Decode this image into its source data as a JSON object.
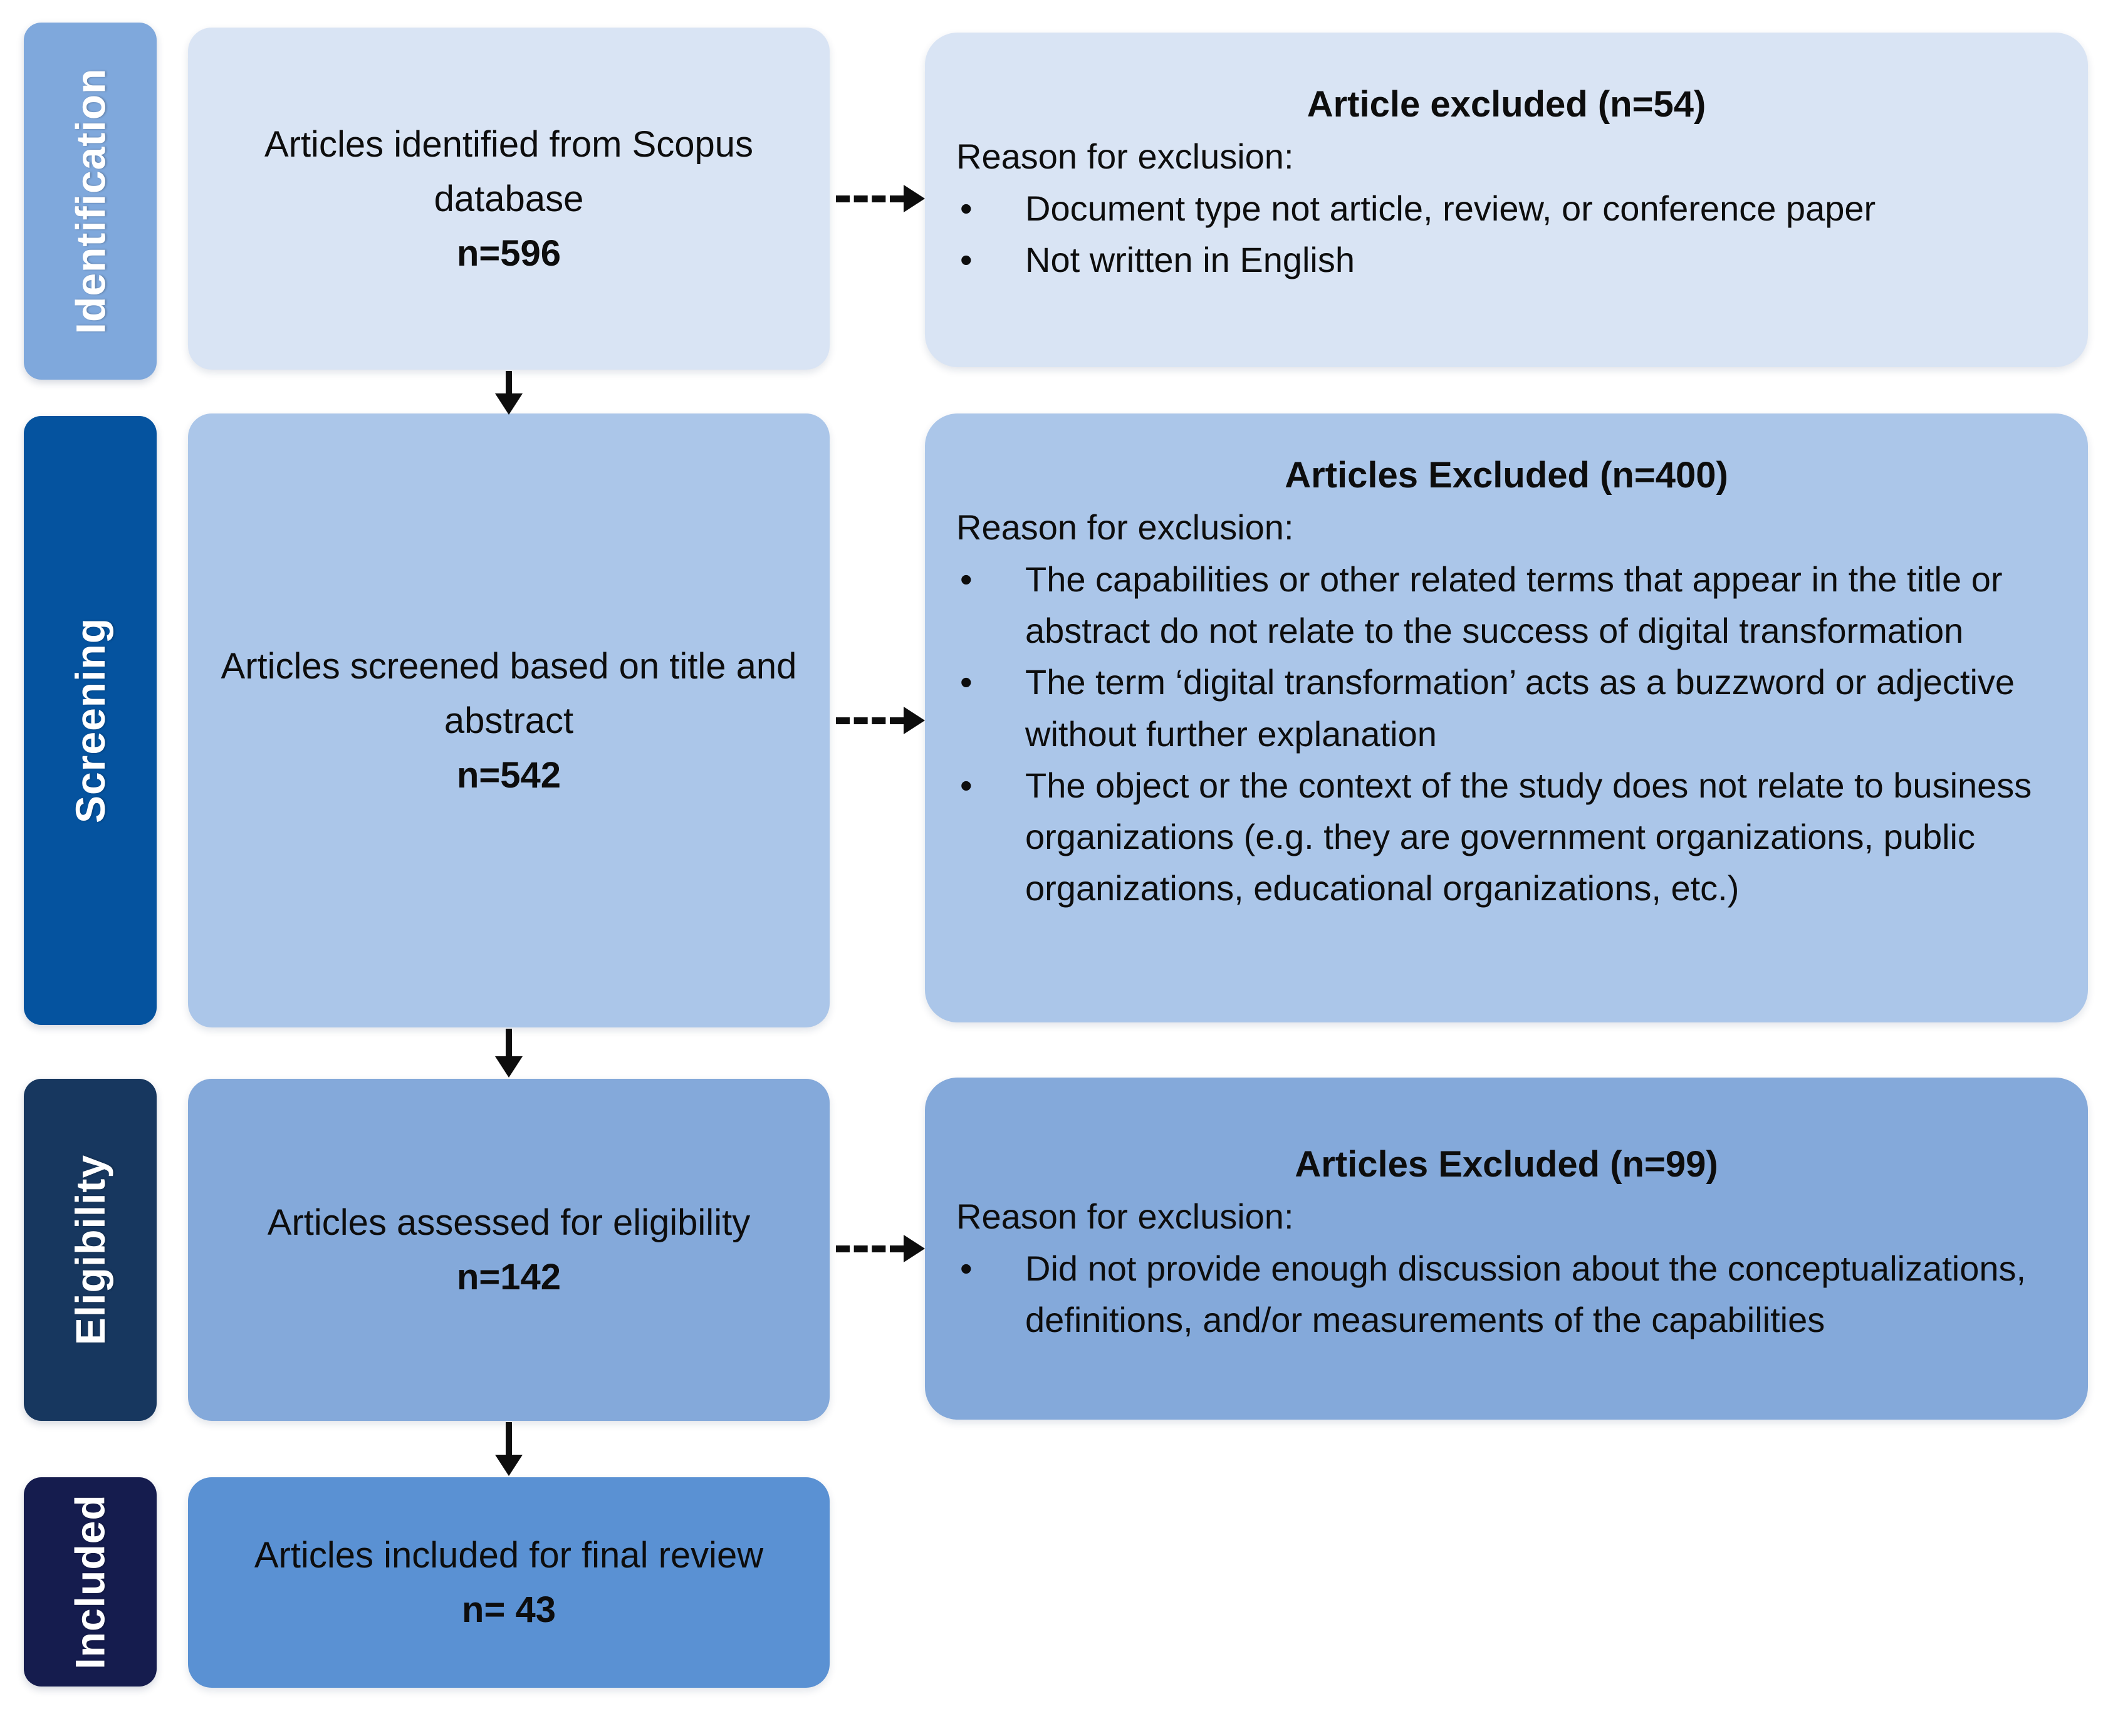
{
  "bullet_char": "•",
  "colors": {
    "stage_identification": "#7FA8DC",
    "stage_screening": "#05539F",
    "stage_eligibility": "#17375F",
    "stage_included": "#151C4E",
    "row1_box": "#D9E4F4",
    "row2_box": "#ABC6E9",
    "row3_box": "#84A9DA",
    "row4_box": "#5A91D3",
    "arrow": "#0d0d0d"
  },
  "stages": [
    {
      "label": "Identification"
    },
    {
      "label": "Screening"
    },
    {
      "label": "Eligibility"
    },
    {
      "label": "Included"
    }
  ],
  "main_boxes": [
    {
      "text": "Articles identified from Scopus database",
      "count": "n=596"
    },
    {
      "text": "Articles screened based on title and abstract",
      "count": "n=542"
    },
    {
      "text": "Articles assessed for eligibility",
      "count": "n=142"
    },
    {
      "text": "Articles included for final review",
      "count": "n= 43"
    }
  ],
  "exclusion_boxes": [
    {
      "title": "Article excluded (n=54)",
      "reason_label": "Reason for exclusion:",
      "bullets": [
        "Document type not article, review, or conference paper",
        "Not written in English"
      ]
    },
    {
      "title": "Articles Excluded (n=400)",
      "reason_label": "Reason for exclusion:",
      "bullets": [
        "The capabilities or other related terms that appear in the title or abstract do not relate to the success of digital transformation",
        "The term ‘digital transformation’ acts as a buzzword or adjective without further explanation",
        "The object or the context of the study does not relate to business organizations (e.g. they are government organizations, public organizations, educational organizations, etc.)"
      ]
    },
    {
      "title": "Articles Excluded (n=99)",
      "reason_label": "Reason for exclusion:",
      "bullets": [
        "Did not provide enough discussion about the conceptualizations, definitions, and/or measurements of the capabilities"
      ]
    }
  ]
}
